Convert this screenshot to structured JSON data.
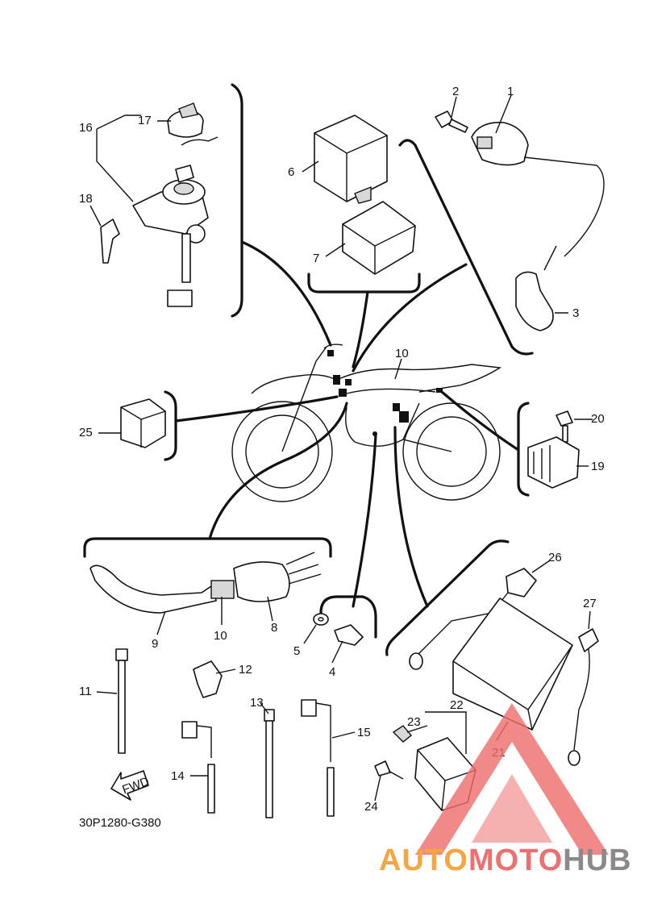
{
  "diagram_code": "30P1280-G380",
  "fwd_label": "FWD",
  "callouts": [
    "1",
    "2",
    "3",
    "6",
    "7",
    "10",
    "16",
    "17",
    "18",
    "19",
    "20",
    "25",
    "26",
    "27",
    "8",
    "9",
    "10",
    "5",
    "4",
    "11",
    "12",
    "13",
    "14",
    "15",
    "21",
    "22",
    "23",
    "24"
  ],
  "watermark": {
    "part1": "AUTO",
    "part2": "MOTO",
    "part3": "HUB",
    "colors": {
      "orange": "#f4a642",
      "red": "#ee6f6f",
      "gray": "#8a8a8a"
    }
  }
}
